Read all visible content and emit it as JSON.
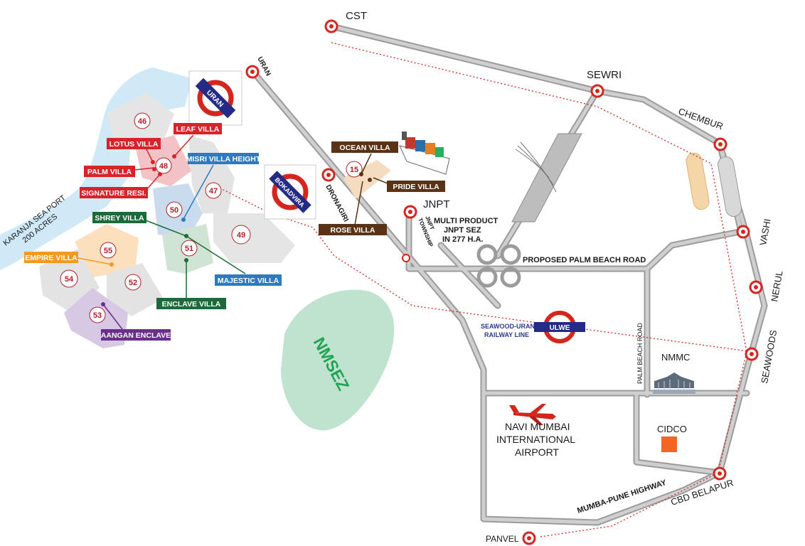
{
  "colors": {
    "road": "#9b9b9b",
    "rail": "#d4261f",
    "metro_red": "#d4261f",
    "metro_blue": "#232b86",
    "sea": "#cfe9f7",
    "nmsez": "#bfe3cf",
    "red_tag": "#d8232a",
    "blue_tag": "#2d7ac0",
    "green_tag": "#1c6a3a",
    "brown_tag": "#5a3316",
    "orange_tag": "#f29a1f",
    "purple_tag": "#6a2e8c",
    "cidco": "#f26522"
  },
  "sea_port": {
    "line1": "KARANJA SEA PORT",
    "line2": "200 ACRES"
  },
  "plots": [
    "46",
    "47",
    "48",
    "49",
    "50",
    "51",
    "52",
    "53",
    "54",
    "55",
    "15"
  ],
  "villa_tags": {
    "leaf": "LEAF VILLA",
    "lotus": "LOTUS VILLA",
    "palm": "PALM VILLA",
    "signature": "SIGNATURE RESI.",
    "misri": "MISRI VILLA HEIGHT",
    "shrey": "SHREY VILLA",
    "empire": "EMPIRE VILLA",
    "majestic": "MAJESTIC VILLA",
    "enclave": "ENCLAVE VILLA",
    "aangan": "AANGAN ENCLAVE",
    "ocean": "OCEAN VILLA",
    "pride": "PRIDE VILLA",
    "rose": "ROSE VILLA"
  },
  "metro_signs": {
    "uran": "URAN",
    "bokadvira": "BOKADVIRA",
    "ulwe": "ULWE"
  },
  "places": {
    "cst": "CST",
    "uran": "URAN",
    "dronagiri": "DRONAGIRI",
    "jnpt": "JNPT",
    "jnpt_township_1": "JNPT",
    "jnpt_township_2": "TOWNSHIP",
    "sez_1": "MULTI PRODUCT",
    "sez_2": "JNPT SEZ",
    "sez_3": "IN 277 H.A.",
    "sewri": "SEWRI",
    "chembur": "CHEMBUR",
    "vashi": "VASHI",
    "nerul": "NERUL",
    "seawoods": "SEAWOODS",
    "palm_beach_road": "PROPOSED PALM BEACH ROAD",
    "palm_beach_vertical": "PALM BEACH ROAD",
    "railway_1": "SEAWOOD-URAN",
    "railway_2": "RAILWAY LINE",
    "nmsez": "NMSEZ",
    "nmmc": "NMMC",
    "cidco": "CIDCO",
    "airport_1": "NAVI MUMBAI",
    "airport_2": "INTERNATIONAL",
    "airport_3": "AIRPORT",
    "highway": "MUMBA-PUNE HIGHWAY",
    "cbd": "CBD BELAPUR",
    "panvel": "PANVEL"
  },
  "icons": [
    "station-marker-icon",
    "metro-roundel-icon",
    "airplane-icon",
    "cargo-ship-icon",
    "nmmc-building-icon",
    "cidco-square-icon",
    "sea-link-bridge-icon"
  ]
}
